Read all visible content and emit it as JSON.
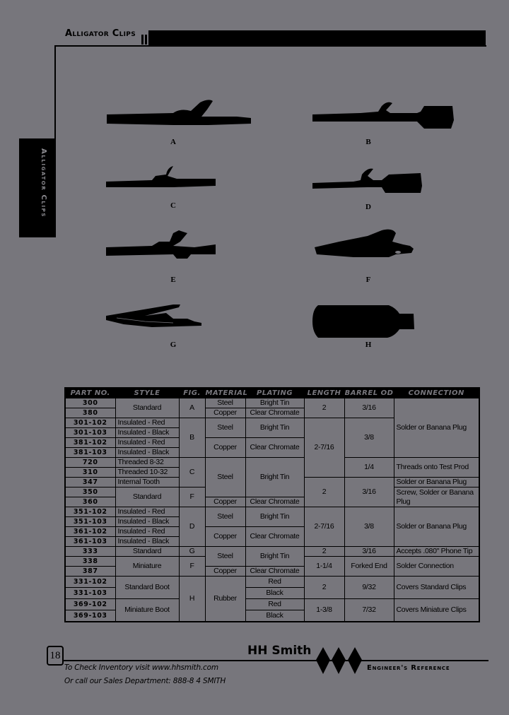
{
  "header": {
    "section_title": "Alligator Clips",
    "side_tab": "Alligator Clips"
  },
  "figures": [
    {
      "label": "A",
      "icon": "alligator-clip-plain-icon"
    },
    {
      "label": "B",
      "icon": "alligator-clip-insulated-icon"
    },
    {
      "label": "C",
      "icon": "alligator-clip-threaded-icon"
    },
    {
      "label": "D",
      "icon": "alligator-clip-insulated-icon"
    },
    {
      "label": "E",
      "icon": "alligator-clip-internal-tooth-icon"
    },
    {
      "label": "F",
      "icon": "alligator-clip-heavy-icon"
    },
    {
      "label": "G",
      "icon": "alligator-clip-miniature-icon"
    },
    {
      "label": "H",
      "icon": "rubber-boot-icon"
    }
  ],
  "table": {
    "headers": [
      "Part No.",
      "Style",
      "Fig.",
      "Material",
      "Plating",
      "Length",
      "Barrel OD",
      "Connection"
    ],
    "rows": [
      {
        "part": "300",
        "style": "Standard",
        "fig": "A",
        "material": "Steel",
        "plating": "Bright Tin",
        "length": "2",
        "barrel": "3/16",
        "connection": "Solder or Banana Plug"
      },
      {
        "part": "380",
        "style": "Standard",
        "fig": "A",
        "material": "Copper",
        "plating": "Clear Chromate",
        "length": "2",
        "barrel": "3/16",
        "connection": "Solder or Banana Plug"
      },
      {
        "part": "301-102",
        "style": "Insulated - Red",
        "fig": "B",
        "material": "Steel",
        "plating": "Bright Tin",
        "length": "2-7/16",
        "barrel": "3/8",
        "connection": "Solder or Banana Plug"
      },
      {
        "part": "301-103",
        "style": "Insulated - Black",
        "fig": "B",
        "material": "Steel",
        "plating": "Bright Tin",
        "length": "2-7/16",
        "barrel": "3/8",
        "connection": "Solder or Banana Plug"
      },
      {
        "part": "381-102",
        "style": "Insulated - Red",
        "fig": "B",
        "material": "Copper",
        "plating": "Clear Chromate",
        "length": "2-7/16",
        "barrel": "3/8",
        "connection": "Solder or Banana Plug"
      },
      {
        "part": "381-103",
        "style": "Insulated - Black",
        "fig": "B",
        "material": "Copper",
        "plating": "Clear Chromate",
        "length": "2-7/16",
        "barrel": "3/8",
        "connection": "Solder or Banana Plug"
      },
      {
        "part": "720",
        "style": "Threaded 8-32",
        "fig": "C",
        "material": "Steel",
        "plating": "Bright Tin",
        "length": "2-7/16",
        "barrel": "1/4",
        "connection": "Threads onto Test Prod"
      },
      {
        "part": "310",
        "style": "Threaded 10-32",
        "fig": "C",
        "material": "Steel",
        "plating": "Bright Tin",
        "length": "2-7/16",
        "barrel": "1/4",
        "connection": "Threads onto Test Prod"
      },
      {
        "part": "347",
        "style": "Internal Tooth",
        "fig": "C",
        "material": "Steel",
        "plating": "Bright Tin",
        "length": "2",
        "barrel": "3/16",
        "connection": "Solder or Banana Plug"
      },
      {
        "part": "350",
        "style": "Standard",
        "fig": "F",
        "material": "Steel",
        "plating": "Bright Tin",
        "length": "2",
        "barrel": "3/16",
        "connection": "Screw, Solder or Banana Plug"
      },
      {
        "part": "360",
        "style": "Standard",
        "fig": "F",
        "material": "Copper",
        "plating": "Clear Chromate",
        "length": "2",
        "barrel": "3/16",
        "connection": "Screw, Solder or Banana Plug"
      },
      {
        "part": "351-102",
        "style": "Insulated - Red",
        "fig": "D",
        "material": "Steel",
        "plating": "Bright Tin",
        "length": "2-7/16",
        "barrel": "3/8",
        "connection": "Solder or Banana Plug"
      },
      {
        "part": "351-103",
        "style": "Insulated - Black",
        "fig": "D",
        "material": "Steel",
        "plating": "Bright Tin",
        "length": "2-7/16",
        "barrel": "3/8",
        "connection": "Solder or Banana Plug"
      },
      {
        "part": "361-102",
        "style": "Insulated - Red",
        "fig": "D",
        "material": "Copper",
        "plating": "Clear Chromate",
        "length": "2-7/16",
        "barrel": "3/8",
        "connection": "Solder or Banana Plug"
      },
      {
        "part": "361-103",
        "style": "Insulated - Black",
        "fig": "D",
        "material": "Copper",
        "plating": "Clear Chromate",
        "length": "2-7/16",
        "barrel": "3/8",
        "connection": "Solder or Banana Plug"
      },
      {
        "part": "333",
        "style": "Standard",
        "fig": "G",
        "material": "Steel",
        "plating": "Bright Tin",
        "length": "2",
        "barrel": "3/16",
        "connection": "Accepts .080\" Phone Tip"
      },
      {
        "part": "338",
        "style": "Miniature",
        "fig": "F",
        "material": "Steel",
        "plating": "Bright Tin",
        "length": "1-1/4",
        "barrel": "Forked End",
        "connection": "Solder Connection"
      },
      {
        "part": "387",
        "style": "Miniature",
        "fig": "F",
        "material": "Copper",
        "plating": "Clear Chromate",
        "length": "1-1/4",
        "barrel": "Forked End",
        "connection": "Solder Connection"
      },
      {
        "part": "331-102",
        "style": "Standard Boot",
        "fig": "H",
        "material": "Rubber",
        "plating": "Red",
        "length": "2",
        "barrel": "9/32",
        "connection": "Covers Standard Clips"
      },
      {
        "part": "331-103",
        "style": "Standard Boot",
        "fig": "H",
        "material": "Rubber",
        "plating": "Black",
        "length": "2",
        "barrel": "9/32",
        "connection": "Covers Standard Clips"
      },
      {
        "part": "369-102",
        "style": "Miniature Boot",
        "fig": "H",
        "material": "Rubber",
        "plating": "Red",
        "length": "1-3/8",
        "barrel": "7/32",
        "connection": "Covers Miniature Clips"
      },
      {
        "part": "369-103",
        "style": "Miniature Boot",
        "fig": "H",
        "material": "Rubber",
        "plating": "Black",
        "length": "1-3/8",
        "barrel": "7/32",
        "connection": "Covers Miniature Clips"
      }
    ]
  },
  "footer": {
    "page_number": "18",
    "inventory_line": "To Check Inventory visit www.hhsmith.com",
    "sales_line": "Or call our Sales Department: 888-8 4 SMITH",
    "brand": "HH Smith",
    "tagline": "Engineer's Reference"
  }
}
